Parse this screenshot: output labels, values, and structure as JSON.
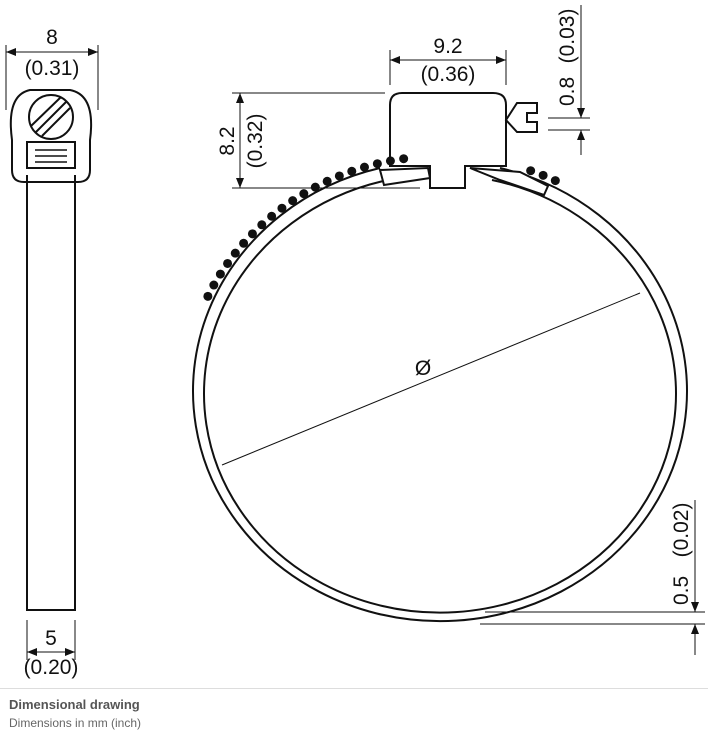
{
  "drawing": {
    "side_view": {
      "width_mm": "8",
      "width_in": "(0.31)",
      "band_mm": "5",
      "band_in": "(0.20)"
    },
    "front_view": {
      "housing_width_mm": "9.2",
      "housing_width_in": "(0.36)",
      "housing_height_mm": "8.2",
      "housing_height_in": "(0.32)",
      "screw_mm": "0.8",
      "screw_in": "(0.03)",
      "band_thickness_mm": "0.5",
      "band_thickness_in": "(0.02)",
      "diameter_symbol": "Ø"
    },
    "line_color": "#111111"
  },
  "caption": {
    "title": "Dimensional drawing",
    "subtitle": "Dimensions in mm (inch)"
  }
}
